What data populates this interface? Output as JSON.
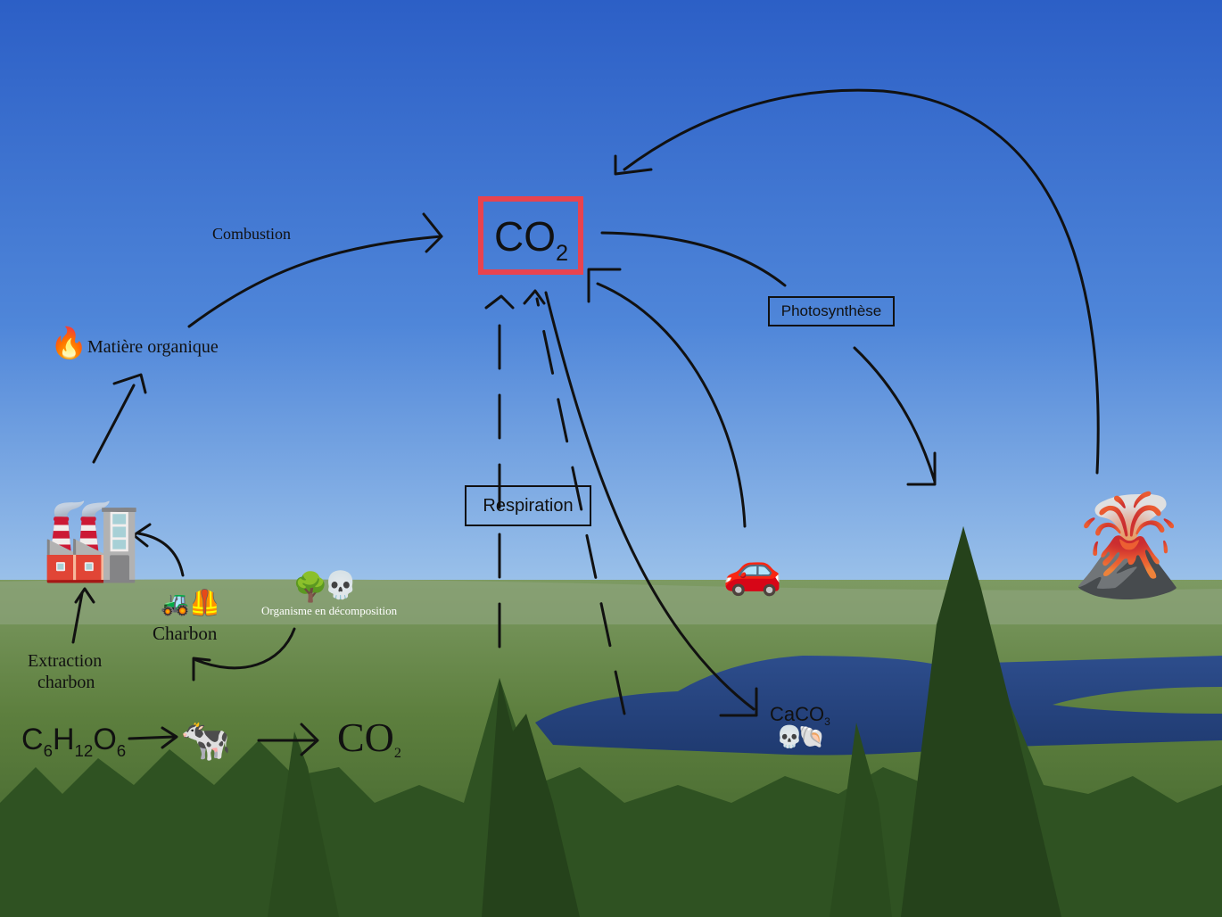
{
  "center": {
    "co2_main": "CO",
    "co2_sub": "2"
  },
  "labels": {
    "combustion": "Combustion",
    "matiere_organique": "Matière organique",
    "photosynthese": "Photosynthèse",
    "respiration": "Respiration",
    "charbon": "Charbon",
    "extraction_line1": "Extraction",
    "extraction_line2": "charbon",
    "organisme": "Organisme en décomposition",
    "caco3_main": "CaCO",
    "caco3_sub": "3"
  },
  "equation": {
    "c": "C",
    "c_sub": "6",
    "h": "H",
    "h_sub": "12",
    "o": "O",
    "o_sub": "6",
    "product": "CO",
    "product_sub": "2"
  },
  "icons": {
    "fire": "🔥",
    "factory": "🏭",
    "tractor": "🚜",
    "vest": "🦺",
    "tree": "🌳",
    "skull": "💀",
    "car": "🚗",
    "volcano": "🌋",
    "cow": "🐄",
    "shell": "🐚"
  },
  "colors": {
    "co2_box": "#e8434f",
    "sky_top": "#2f63c9",
    "sky_bottom": "#8fb8e8"
  }
}
